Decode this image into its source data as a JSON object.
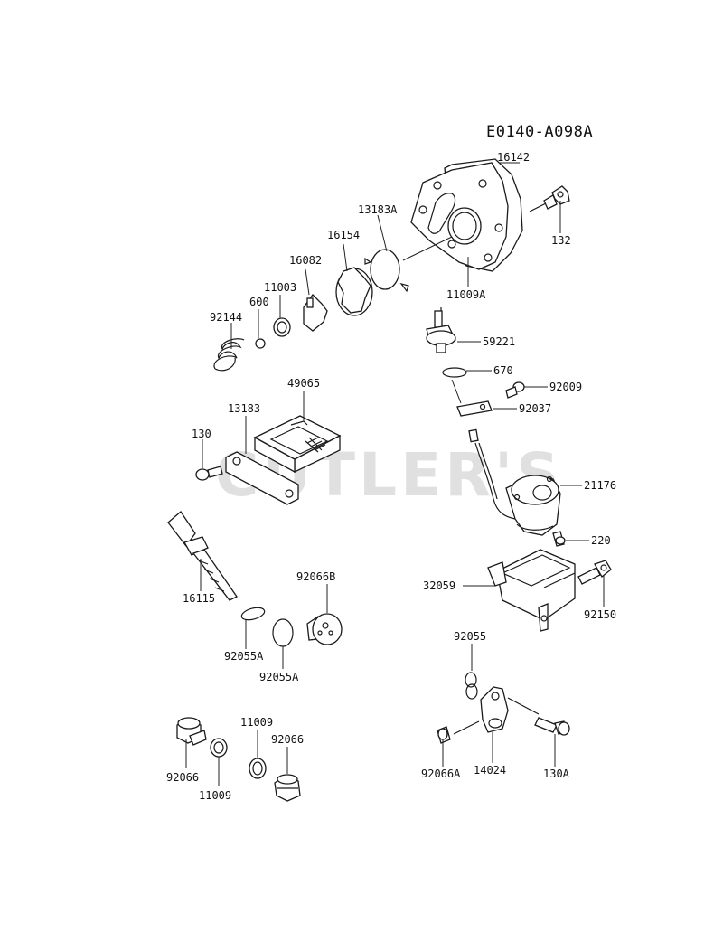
{
  "diagram": {
    "code": "E0140-A098A",
    "watermark": "CUTLER'S",
    "labels": {
      "p16142": "16142",
      "p132": "132",
      "p13183A": "13183A",
      "p16154": "16154",
      "p16082": "16082",
      "p11003": "11003",
      "p600": "600",
      "p92144": "92144",
      "p11009A": "11009A",
      "p59221": "59221",
      "p670": "670",
      "p92009": "92009",
      "p92037": "92037",
      "p49065": "49065",
      "p13183": "13183",
      "p130": "130",
      "p21176": "21176",
      "p220": "220",
      "p32059": "32059",
      "p92150": "92150",
      "p16115": "16115",
      "p92066B": "92066B",
      "p92055A_a": "92055A",
      "p92055A_b": "92055A",
      "p92055": "92055",
      "p11009_top": "11009",
      "p92066_top": "92066",
      "p92066": "92066",
      "p11009_bottom": "11009",
      "p92066A": "92066A",
      "p14024": "14024",
      "p130A": "130A"
    }
  }
}
